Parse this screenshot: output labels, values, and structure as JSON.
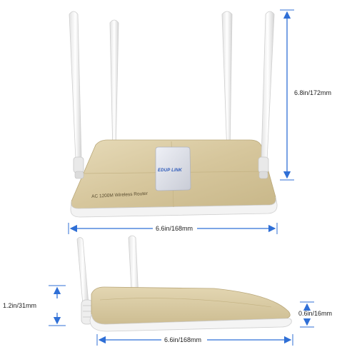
{
  "product": {
    "brand_label": "EDUP LINK",
    "model_label": "AC 1200M Wireless Router"
  },
  "dimensions": {
    "front_height": "6.8in/172mm",
    "front_width": "6.6in/168mm",
    "side_height": "1.2in/31mm",
    "side_depth": "0.6in/16mm",
    "side_width": "6.6in/168mm"
  },
  "colors": {
    "router_body": "#d8c9a1",
    "router_base": "#f2f2f2",
    "antenna": "#f4f4f4",
    "dimension_line": "#2f6fd6",
    "brand_blue": "#2a57b8"
  }
}
